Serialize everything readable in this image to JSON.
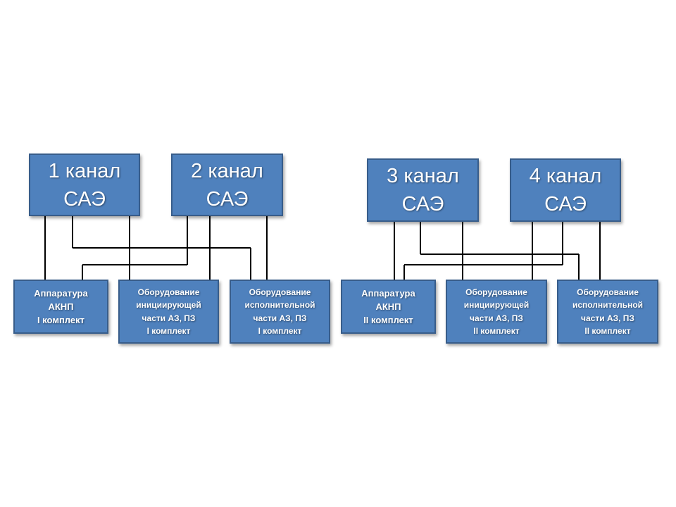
{
  "left_group": {
    "channel_1": {
      "line1": "1 канал",
      "line2": "САЭ"
    },
    "channel_2": {
      "line1": "2 канал",
      "line2": "САЭ"
    },
    "aknp": {
      "line1": "Аппаратура",
      "line2": "АКНП",
      "line3": "I комплект"
    },
    "initiating": {
      "line1": "Оборудование",
      "line2": "инициирующей",
      "line3": "части АЗ, ПЗ",
      "line4": "I комплект"
    },
    "executive": {
      "line1": "Оборудование",
      "line2": "исполнительной",
      "line3": "части АЗ, ПЗ",
      "line4": "I комплект"
    }
  },
  "right_group": {
    "channel_3": {
      "line1": "3 канал",
      "line2": "САЭ"
    },
    "channel_4": {
      "line1": "4 канал",
      "line2": "САЭ"
    },
    "aknp": {
      "line1": "Аппаратура",
      "line2": "АКНП",
      "line3": "II комплект"
    },
    "initiating": {
      "line1": "Оборудование",
      "line2": "инициирующей",
      "line3": "части АЗ, ПЗ",
      "line4": "II комплект"
    },
    "executive": {
      "line1": "Оборудование",
      "line2": "исполнительной",
      "line3": "части АЗ, ПЗ",
      "line4": "II комплект"
    }
  },
  "colors": {
    "box_fill": "#4f81bd",
    "box_border": "#385d8a",
    "text": "#ffffff",
    "wire": "#000000"
  }
}
